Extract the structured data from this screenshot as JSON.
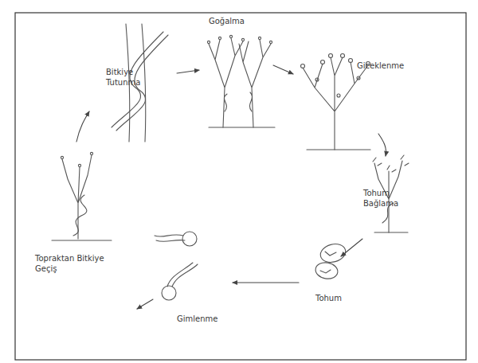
{
  "diagram": {
    "labels": [
      "Bitkiye Tutunma",
      "Goğalma",
      "Giceklenme",
      "Tohum Bağlama",
      "Tohum",
      "Gimlenme",
      "Topraktan Bitkiye Geçiş"
    ]
  }
}
